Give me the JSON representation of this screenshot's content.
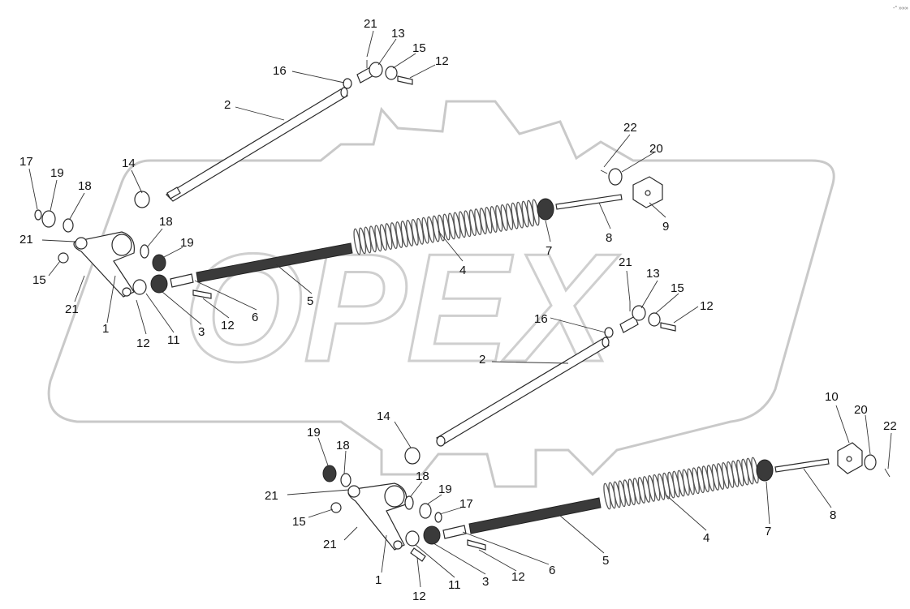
{
  "watermark": {
    "text": "OPEX"
  },
  "corner_mark": "-° »»»",
  "assembly_top": {
    "labels": {
      "p1": "1",
      "p2": "2",
      "p3": "3",
      "p4": "4",
      "p5": "5",
      "p6": "6",
      "p7": "7",
      "p8": "8",
      "p9": "9",
      "p11": "11",
      "p12a": "12",
      "p12b": "12",
      "p12c": "12",
      "p13": "13",
      "p14": "14",
      "p15a": "15",
      "p15b": "15",
      "p16": "16",
      "p17": "17",
      "p18a": "18",
      "p18b": "18",
      "p19a": "19",
      "p19b": "19",
      "p20": "20",
      "p21a": "21",
      "p21b": "21",
      "p21c": "21",
      "p22": "22"
    }
  },
  "assembly_bottom": {
    "labels": {
      "p1": "1",
      "p2": "2",
      "p3": "3",
      "p4": "4",
      "p5": "5",
      "p6": "6",
      "p7": "7",
      "p8": "8",
      "p10": "10",
      "p11": "11",
      "p12a": "12",
      "p12b": "12",
      "p12c": "12",
      "p13": "13",
      "p14": "14",
      "p15a": "15",
      "p15b": "15",
      "p16": "16",
      "p17": "17",
      "p18a": "18",
      "p18b": "18",
      "p19a": "19",
      "p19b": "19",
      "p20": "20",
      "p21a": "21",
      "p21b": "21",
      "p21c": "21",
      "p22": "22"
    }
  }
}
